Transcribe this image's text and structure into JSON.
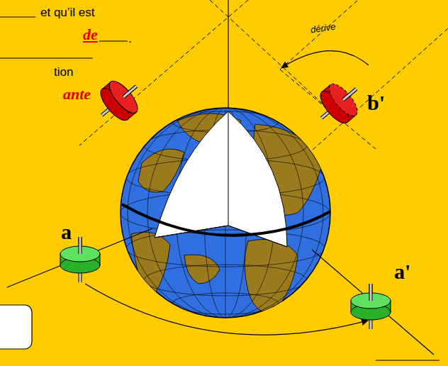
{
  "diagram": {
    "labels": [
      "et qu’il est",
      "de",
      ".",
      "tion",
      "ante",
      "dérive",
      "b'",
      "a",
      "a'"
    ]
  }
}
